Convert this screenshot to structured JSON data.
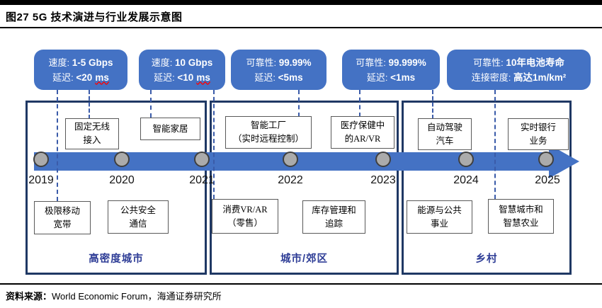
{
  "header": {
    "title": "图27 5G 技术演进与行业发展示意图"
  },
  "callouts": [
    {
      "rows": [
        {
          "label": "速度:",
          "value": "1-5 Gbps",
          "unit": ""
        },
        {
          "label": "延迟:",
          "value": "<20",
          "unit": "ms"
        }
      ]
    },
    {
      "rows": [
        {
          "label": "速度:",
          "value": "10 Gbps",
          "unit": ""
        },
        {
          "label": "延迟:",
          "value": "<10",
          "unit": "ms"
        }
      ]
    },
    {
      "rows": [
        {
          "label": "可靠性:",
          "value": "99.99%",
          "unit": ""
        },
        {
          "label": "延迟:",
          "value": "<5ms",
          "unit": ""
        }
      ]
    },
    {
      "rows": [
        {
          "label": "可靠性:",
          "value": "99.999%",
          "unit": ""
        },
        {
          "label": "延迟:",
          "value": "<1ms",
          "unit": ""
        }
      ]
    },
    {
      "rows": [
        {
          "label": "可靠性:",
          "value": "10年电池寿命",
          "unit": ""
        },
        {
          "label": "连接密度:",
          "value": "高达1m/km²",
          "unit": ""
        }
      ]
    }
  ],
  "timeline": {
    "years": [
      "2019",
      "2020",
      "2021",
      "2022",
      "2023",
      "2024",
      "2025"
    ]
  },
  "sections": [
    {
      "label": "高密度城市",
      "top_boxes": [
        {
          "line1": "固定无线",
          "line2": "接入"
        },
        {
          "line1": "智能家居",
          "line2": ""
        }
      ],
      "bottom_boxes": [
        {
          "line1": "极限移动",
          "line2": "宽带"
        },
        {
          "line1": "公共安全",
          "line2": "通信"
        }
      ]
    },
    {
      "label": "城市/郊区",
      "top_boxes": [
        {
          "line1": "智能工厂",
          "line2": "（实时远程控制）"
        },
        {
          "line1": "医疗保健中",
          "line2": "的AR/VR"
        }
      ],
      "bottom_boxes": [
        {
          "line1": "消费VR/AR",
          "line2": "（零售）"
        },
        {
          "line1": "库存管理和",
          "line2": "追踪"
        }
      ]
    },
    {
      "label": "乡村",
      "top_boxes": [
        {
          "line1": "自动驾驶",
          "line2": "汽车"
        },
        {
          "line1": "实时银行",
          "line2": "业务"
        }
      ],
      "bottom_boxes": [
        {
          "line1": "能源与公共",
          "line2": "事业"
        },
        {
          "line1": "智慧城市和",
          "line2": "智慧农业"
        }
      ]
    }
  ],
  "footer": {
    "source_label": "资料来源：",
    "source_value": "World Economic Forum，海通证券研究所"
  },
  "colors": {
    "accent": "#4472C4",
    "section_border": "#1F3864",
    "circle_fill": "#ABABAB",
    "section_label_blue": "#2E3D96"
  }
}
